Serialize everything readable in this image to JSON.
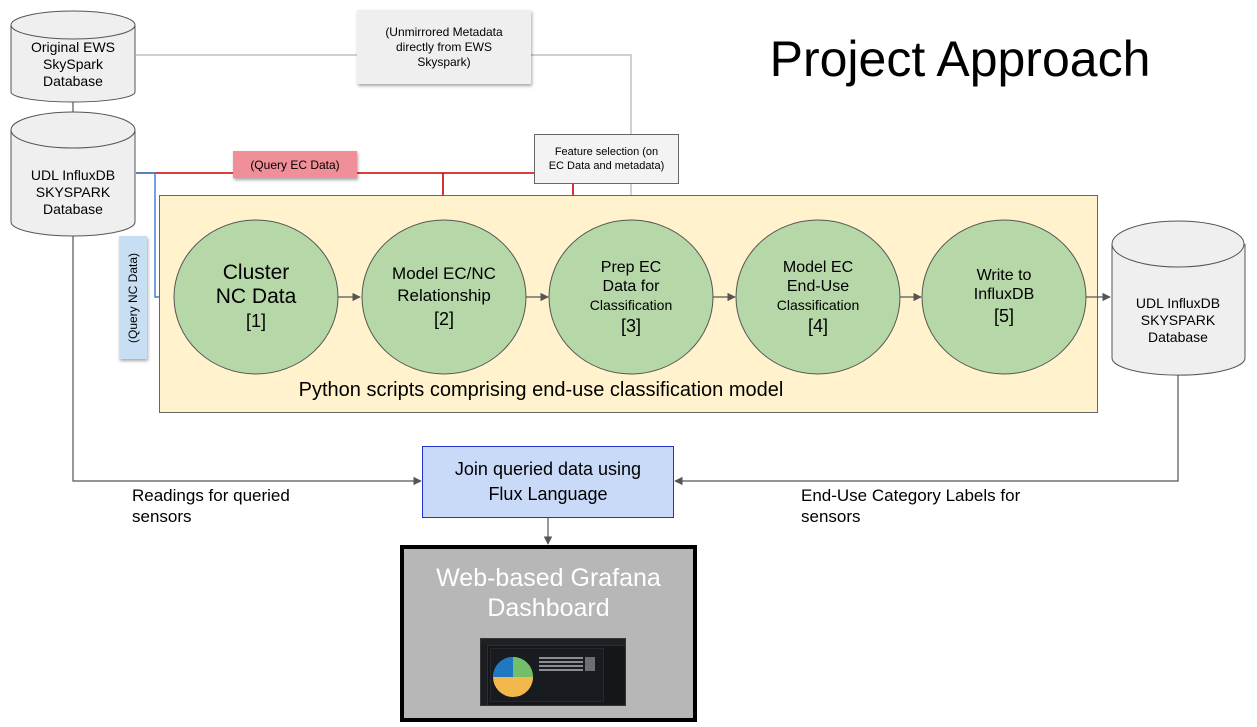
{
  "title": "Project Approach",
  "databases": {
    "original": [
      "Original EWS",
      "SkySpark",
      "Database"
    ],
    "udl_source": [
      "UDL InfluxDB",
      "SKYSPARK",
      "Database"
    ],
    "udl_output": [
      "UDL InfluxDB",
      "SKYSPARK",
      "Database"
    ]
  },
  "notes": {
    "unmirrored": [
      "(Unmirrored Metadata",
      "directly from EWS",
      "Skyspark)"
    ],
    "feature_selection": [
      "Feature selection (on",
      "EC Data and metadata)"
    ],
    "query_ec": "(Query EC Data)",
    "query_nc": "(Query NC Data)"
  },
  "python_scripts_label": "Python scripts comprising end-use classification model",
  "steps": [
    {
      "lines": [
        "Cluster",
        "NC Data"
      ],
      "num": "[1]"
    },
    {
      "lines": [
        "Model EC/NC",
        "Relationship"
      ],
      "num": "[2]"
    },
    {
      "lines": [
        "Prep EC",
        "Data for"
      ],
      "sub": "Classification",
      "num": "[3]"
    },
    {
      "lines": [
        "Model EC",
        "End-Use"
      ],
      "sub": "Classification",
      "num": "[4]"
    },
    {
      "lines": [
        "Write to",
        "InfluxDB"
      ],
      "num": "[5]"
    }
  ],
  "join_box": [
    "Join queried data using",
    "Flux Language"
  ],
  "flow_labels": {
    "left": [
      "Readings for queried",
      "sensors"
    ],
    "right": [
      "End-Use Category Labels for",
      "sensors"
    ]
  },
  "grafana": [
    "Web-based Grafana",
    "Dashboard"
  ],
  "colors": {
    "node_fill": "#b6d7a8",
    "python_fill": "#fff2cc",
    "query_ec_fill": "#f08f97",
    "query_nc_fill": "#c8dff3",
    "join_fill": "#c9daf8",
    "grafana_fill": "#b7b7b7",
    "red_line": "#cc0000",
    "blue_line": "#3c78d8",
    "grey_line": "#666666",
    "light_line": "#d0d0d0"
  }
}
